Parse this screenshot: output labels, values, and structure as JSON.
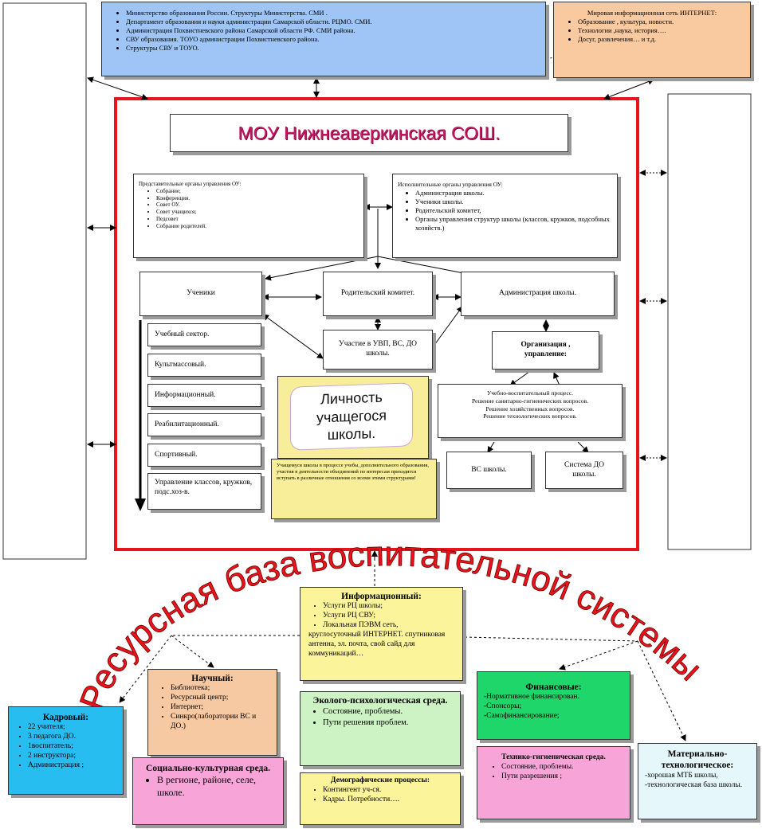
{
  "top_ministry": {
    "items": [
      "Министерство образования России.  Структуры Министерства. СМИ .",
      "Департамент образования и науки  администрации Самарской области. РЦМО. СМИ.",
      "Администрация Похвистневского  района Самарской области РФ. СМИ района.",
      "СВУ образования.  ТОУО администрации Похвистневского  района.",
      "Структуры СВУ и ТОУО."
    ]
  },
  "top_internet": {
    "title": "Мировая информационная сеть ИНТЕРНЕТ:",
    "items": [
      "Образование , культура, новости.",
      "Технологии ,наука, история….",
      "Досуг, развлечения… и т.д."
    ]
  },
  "school": {
    "title": "МОУ Нижнеаверкинская СОШ."
  },
  "representative": {
    "title": "Представительные  органы управления ОУ:",
    "items": [
      "Собрание;",
      "Конференция.",
      "Совет ОУ.",
      "Совет учащихся;",
      "Педсовет",
      "Собрание родителей."
    ]
  },
  "executive": {
    "title": "Исполнительные органы управления ОУ:",
    "items": [
      "Администрация  школы.",
      "Ученики школы.",
      "Родительский  комитет,",
      "Органы управления структур школы (классов, кружков, подсобных хозяйств.)"
    ]
  },
  "students_box": "Ученики",
  "parent_committee": "Родительский комитет.",
  "administration": "Администрация школы.",
  "sectors": [
    "Учебный сектор.",
    "Культмассовый.",
    "Информационный.",
    "Реабилитационный.",
    "Спортивный.",
    "Управление классов, кружков, подс.хоз-в."
  ],
  "participation": "Участие в УВП, ВС,  ДО школы.",
  "organization": "Организация , управление:",
  "processes": [
    "Учебно-воспитательный процесс.",
    "Решение санитарно-гигиенических вопросов.",
    "Решение хозяйственных вопросов.",
    "Решение технологических вопросов."
  ],
  "personality": "Личность учащегося школы.",
  "personality_note": "Учащемуся школы в процессе учебы, дополнительного образования, участия в деятельности объединений по интересам приходится вступать в различные отношения со всеми этими структурами!",
  "vs_school": "ВС школы.",
  "do_system": "Система ДО школы.",
  "arc_title": "Ресурсная база воспитательной системы школы!",
  "informational": {
    "title": "Информационный:",
    "items": [
      "Услуги РЦ школы;",
      "Услуги РЦ СВУ;",
      "Локальная ПЭВМ сеть,"
    ],
    "extra": "круглосуточный ИНТЕРНЕТ. спутниковая антенна, эл. почта, свой сайд для коммуникаций…"
  },
  "scientific": {
    "title": "Научный:",
    "items": [
      "Библиотека;",
      "Ресурсный центр;",
      "Интернет;",
      "Синкро(лаборатории ВС  и  ДО.)"
    ]
  },
  "personnel": {
    "title": "Кадровый:",
    "items": [
      "22 учителя;",
      "3 педагога ДО.",
      "1воспитатель;",
      "2 инструктора;",
      "Администрация ;"
    ]
  },
  "eco": {
    "title": "Эколого-психологическая среда.",
    "items": [
      "Состояние, проблемы.",
      "Пути решения проблем."
    ]
  },
  "financial": {
    "title": "Финансовые:",
    "lines": [
      "-Нормативное финансирован.",
      "-Спонсоры;",
      "-Самофинансирование;"
    ]
  },
  "sociocultural": {
    "title": "Социально-культурная среда.",
    "items": [
      "В регионе, районе, селе, школе."
    ]
  },
  "demographic": {
    "title": "Демографические  процессы:",
    "items": [
      "Контингент уч-ся.",
      "Кадры. Потребности…."
    ]
  },
  "technical": {
    "title": "Технико-гигиеническая среда.",
    "items": [
      "Состояние,  проблемы.",
      "Пути  разрешения   ;"
    ]
  },
  "material": {
    "title": "Материально-технологическое:",
    "lines": [
      "-хорошая МТБ школы,",
      "-технологическая  база школы."
    ]
  }
}
